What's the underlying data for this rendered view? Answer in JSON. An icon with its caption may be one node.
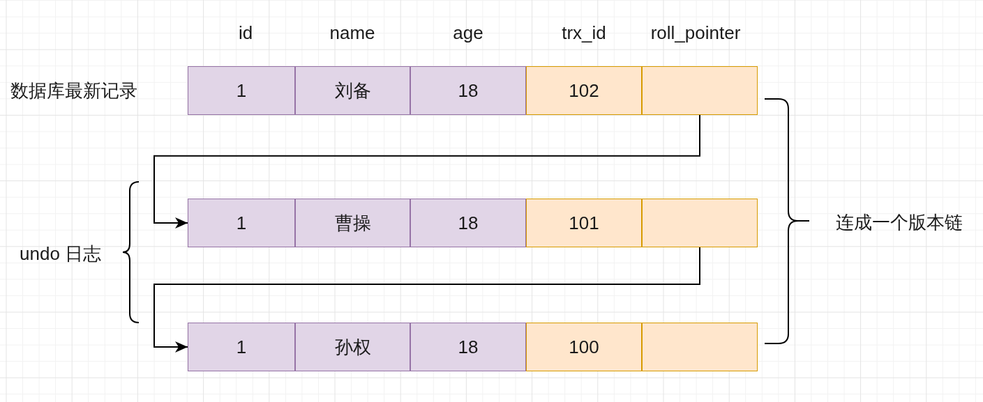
{
  "diagram": {
    "nodes": [
      {
        "text": [
          "1"
        ]
      },
      {
        "text": [
          "刘备"
        ]
      },
      {
        "text": [
          "18"
        ]
      },
      {
        "text": [
          "102"
        ]
      },
      {
        "text": [],
        "shape": "box"
      },
      {
        "text": [
          "1"
        ]
      },
      {
        "text": [
          "曹操"
        ]
      },
      {
        "text": [
          "18"
        ]
      },
      {
        "text": [
          "101"
        ]
      },
      {
        "text": [],
        "shape": "box"
      },
      {
        "text": [
          "1"
        ]
      },
      {
        "text": [
          "孙权"
        ]
      },
      {
        "text": [
          "18"
        ]
      },
      {
        "text": [
          "100"
        ]
      },
      {
        "text": [],
        "shape": "box"
      }
    ],
    "edges": [
      {
        "from": 4,
        "to": 5,
        "arrow": "to"
      },
      {
        "from": 9,
        "to": 10,
        "arrow": "to"
      }
    ],
    "labels": [
      "id",
      "name",
      "age",
      "trx_id",
      "roll_pointer",
      "数据库最新记录",
      "undo 日志",
      "连成一个版本链"
    ]
  }
}
